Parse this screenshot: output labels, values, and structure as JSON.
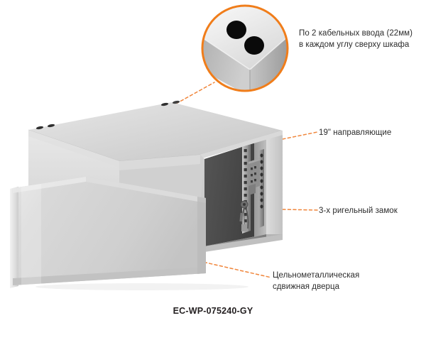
{
  "product": {
    "model": "EC-WP-075240-GY",
    "type": "wall-mount-server-cabinet",
    "view": "3d-isometric-exploded"
  },
  "detail_callout": {
    "name": "cable-entry-detail",
    "shape": "circle",
    "border_color": "#F07D1A",
    "holes": 2,
    "hole_color": "#000000"
  },
  "annotations": {
    "cable_entry": {
      "label": "По 2 кабельных ввода (22мм)\nв каждом углу сверху шкафа",
      "line1": "По 2 кабельных ввода (22мм)",
      "line2": "в каждом углу сверху шкафа"
    },
    "rails": {
      "label": "19\" направляющие"
    },
    "lock": {
      "label": "3-х ригельный замок"
    },
    "door": {
      "label": "Цельнометаллическая\nсдвижная дверца",
      "line1": "Цельнометаллическая",
      "line2": "сдвижная дверца"
    }
  },
  "colors": {
    "leader_line": "#F0853A",
    "circle_border": "#F07D1A",
    "text": "#2c2c2c",
    "caption": "#231f20",
    "cabinet_top_light": "#E2E2E2",
    "cabinet_top_dark": "#C9C9C9",
    "cabinet_side": "#D6D6D6",
    "door_face": "#D2D2D2",
    "interior_dark": "#4A4A4A",
    "rail_metal": "#B8B8B8",
    "background": "#FFFFFF"
  }
}
